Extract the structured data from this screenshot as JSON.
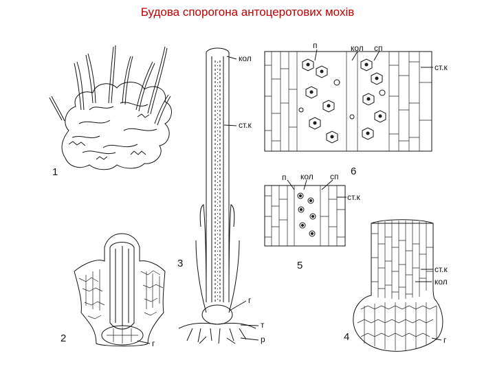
{
  "title": "Будова спорогона антоцеротових мохів",
  "figures": {
    "f1": {
      "number": "1"
    },
    "f2": {
      "number": "2",
      "labels": {
        "g": "г"
      }
    },
    "f3": {
      "number": "3",
      "labels": {
        "kol": "кол",
        "stk": "ст.к",
        "g": "г",
        "t": "т",
        "r": "р"
      }
    },
    "f4": {
      "number": "4",
      "labels": {
        "stk": "ст.к",
        "kol": "кол",
        "g": "г"
      }
    },
    "f5": {
      "number": "5",
      "labels": {
        "p": "п",
        "kol": "кол",
        "sp": "сп",
        "stk": "ст.к"
      }
    },
    "f6": {
      "number": "6",
      "labels": {
        "p": "п",
        "kol": "кол",
        "sp": "сп",
        "stk": "ст.к"
      }
    }
  }
}
